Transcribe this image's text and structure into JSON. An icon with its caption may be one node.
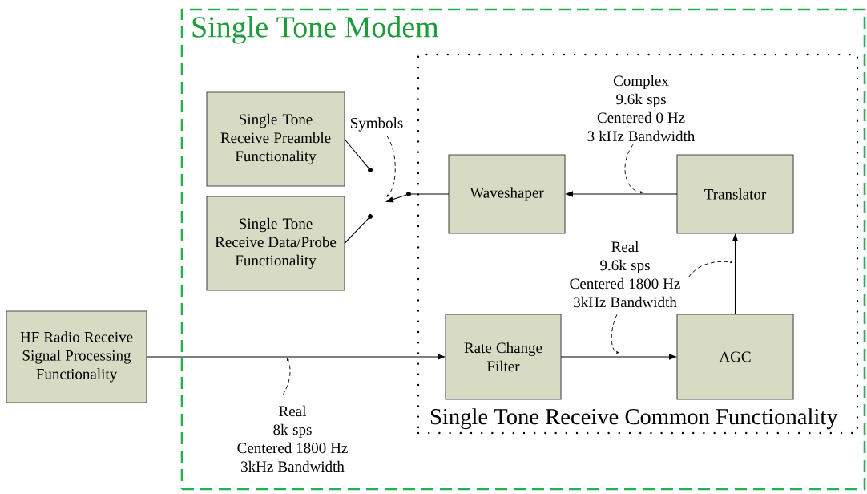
{
  "diagram": {
    "nodes": [
      {
        "text": [
          "Single Tone Modem"
        ]
      },
      {
        "text": [
          "Single Tone Receive Common Functionality"
        ],
        "in": 0
      },
      {
        "text": [
          "Single Tone Receive Preamble Functionality"
        ],
        "in": 0
      },
      {
        "text": [
          "Single Tone Receive Data/Probe Functionality"
        ],
        "in": 0
      },
      {
        "text": [
          "Waveshaper"
        ],
        "in": 1
      },
      {
        "text": [
          "Translator"
        ],
        "in": 1
      },
      {
        "text": [
          "Rate Change Filter"
        ],
        "in": 1
      },
      {
        "text": [
          "AGC"
        ],
        "in": 1
      },
      {
        "text": [
          "HF Radio Receive Signal Processing Functionality"
        ]
      },
      {
        "text": [],
        "shape": "circle",
        "in": 0
      },
      {
        "text": [],
        "shape": "circle",
        "in": 0
      },
      {
        "text": [],
        "shape": "circle",
        "in": 0
      },
      {
        "text": [
          "Symbols"
        ],
        "in": 0
      },
      {
        "text": [
          "Complex 9.6k sps Centered 0 Hz 3 kHz Bandwidth"
        ],
        "in": 1
      },
      {
        "text": [
          "Real 9.6k sps Centered 1800 Hz 3kHz Bandwidth"
        ],
        "in": 1
      },
      {
        "text": [
          "Real 8k sps Centered 1800 Hz 3kHz Bandwidth"
        ],
        "in": 0
      }
    ],
    "edges": [
      {
        "from": 8,
        "to": 6,
        "arrow": "to"
      },
      {
        "from": 6,
        "to": 7,
        "arrow": "to"
      },
      {
        "from": 7,
        "to": 5,
        "arrow": "to"
      },
      {
        "from": 5,
        "to": 4,
        "arrow": "to"
      },
      {
        "from": 4,
        "to": 11,
        "arrow": "none"
      },
      {
        "from": 11,
        "to": null,
        "arrow": "to"
      },
      {
        "from": 2,
        "to": 9,
        "arrow": "none"
      },
      {
        "from": 3,
        "to": 10,
        "arrow": "none"
      },
      {
        "from": 12,
        "to": null,
        "arrow": "to",
        "style": "dashed"
      },
      {
        "from": 13,
        "to": null,
        "arrow": "to",
        "style": "dashed"
      },
      {
        "from": 14,
        "to": null,
        "arrow": "to",
        "style": "dashed"
      },
      {
        "from": 14,
        "to": null,
        "arrow": "to",
        "style": "dashed"
      },
      {
        "from": 15,
        "to": null,
        "arrow": "to",
        "style": "dashed"
      }
    ]
  }
}
